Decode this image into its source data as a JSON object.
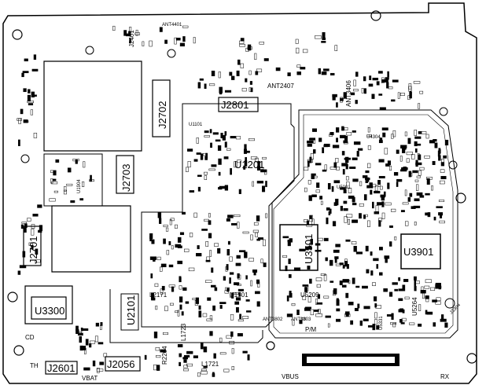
{
  "components": {
    "big": [
      "J2801",
      "U1201",
      "U3501",
      "U3901",
      "U3300",
      "J2702",
      "J2703",
      "J2701",
      "U2101",
      "J2601",
      "J2056"
    ],
    "medium": [
      "U1501",
      "U5209",
      "U5264",
      "L2171",
      "L1723",
      "L1721",
      "R2204",
      "J2401"
    ],
    "small": [
      "ANT2407",
      "ANT3406",
      "ANT3802",
      "ANT3803",
      "ANT4401",
      "U1101",
      "U4304",
      "U5001",
      "U5331",
      "U3300",
      "J3304",
      "U1904",
      "L5391",
      "L5390",
      "L5389"
    ]
  },
  "edge_labels": {
    "vbat": "VBAT",
    "vbus": "VBUS",
    "rx": "RX",
    "th": "TH",
    "cd": "CD",
    "pwm": "P/M"
  },
  "colors": {
    "board": "#ffffff",
    "outline": "#000000",
    "trace": "#000000",
    "pad": "#000000"
  }
}
